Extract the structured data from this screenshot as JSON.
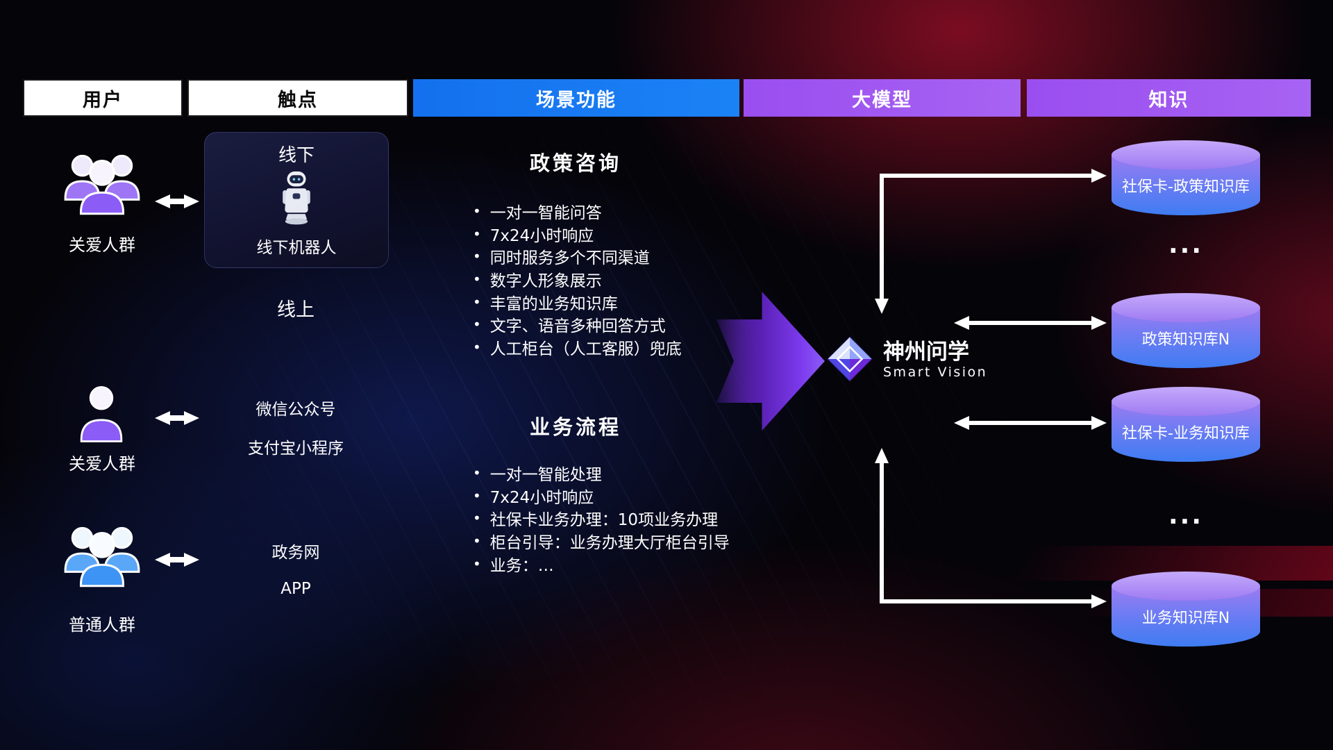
{
  "header": {
    "col_user": "用户",
    "col_touchpoint": "触点",
    "col_scenario": "场景功能",
    "col_model": "大模型",
    "col_knowledge": "知识"
  },
  "users": {
    "group1_label": "关爱人群",
    "group2_label": "关爱人群",
    "group3_label": "普通人群"
  },
  "touchpoints": {
    "offline_title": "线下",
    "offline_robot_label": "线下机器人",
    "online_title": "线上",
    "wechat": "微信公众号",
    "alipay": "支付宝小程序",
    "gov_web": "政务网",
    "app": "APP"
  },
  "scenario": {
    "policy": {
      "title": "政策咨询",
      "items": [
        "一对一智能问答",
        "7x24小时响应",
        "同时服务多个不同渠道",
        "数字人形象展示",
        "丰富的业务知识库",
        "文字、语音多种回答方式",
        "人工柜台（人工客服）兜底"
      ]
    },
    "business": {
      "title": "业务流程",
      "items": [
        "一对一智能处理",
        "7x24小时响应",
        "社保卡业务办理：10项业务办理",
        "柜台引导：业务办理大厅柜台引导",
        "业务：…"
      ]
    }
  },
  "model": {
    "name": "神州问学",
    "subtitle": "Smart Vision"
  },
  "knowledge": {
    "db1": "社保卡-政策知识库",
    "ellipsis1": "...",
    "db2": "政策知识库N",
    "db3": "社保卡-业务知识库",
    "ellipsis2": "...",
    "db4": "业务知识库N"
  },
  "colors": {
    "header_blue": "#1877f2",
    "header_purple": "#a05bf1",
    "flow_arrow_purple": "#7c3aed",
    "cylinder_top": "#c5a9fb",
    "cylinder_bottom": "#3e7cf2",
    "background_red_glow": "#c01230",
    "background_blue_glow": "#1c34a5"
  }
}
